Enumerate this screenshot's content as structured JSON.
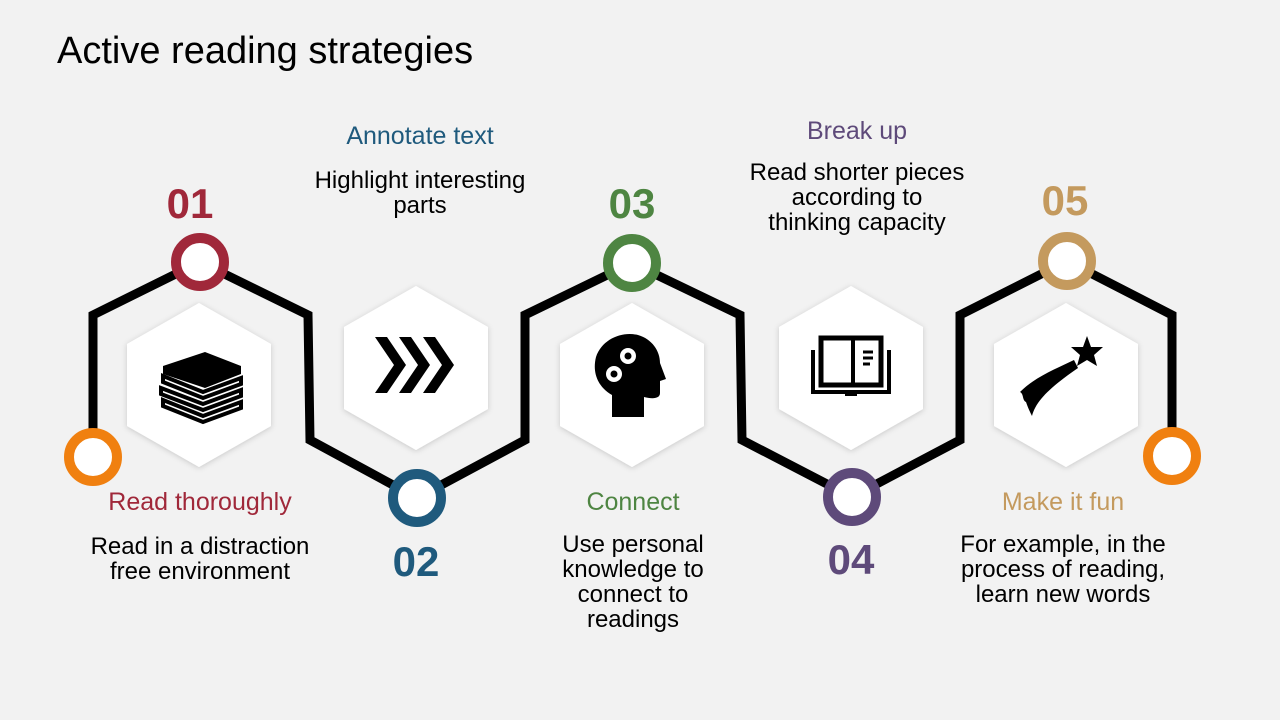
{
  "title": "Active reading strategies",
  "colors": {
    "step1": "#A0283A",
    "step2": "#1F5A7D",
    "step3": "#4E8542",
    "step4": "#5E4A7A",
    "step5": "#C49A5E",
    "endpoint": "#F08010",
    "line": "#000000"
  },
  "steps": [
    {
      "number": "01",
      "title": "Read thoroughly",
      "text": "Read in a distraction free environment",
      "icon": "books-icon"
    },
    {
      "number": "02",
      "title": "Annotate text",
      "text": "Highlight interesting parts",
      "icon": "chevrons-icon"
    },
    {
      "number": "03",
      "title": "Connect",
      "text": "Use personal knowledge to connect to readings",
      "icon": "head-gears-icon"
    },
    {
      "number": "04",
      "title": "Break up",
      "text": "Read shorter pieces according to thinking capacity",
      "icon": "open-book-icon"
    },
    {
      "number": "05",
      "title": "Make it fun",
      "text": "For example, in the process of reading, learn new words",
      "icon": "shooting-star-icon"
    }
  ]
}
